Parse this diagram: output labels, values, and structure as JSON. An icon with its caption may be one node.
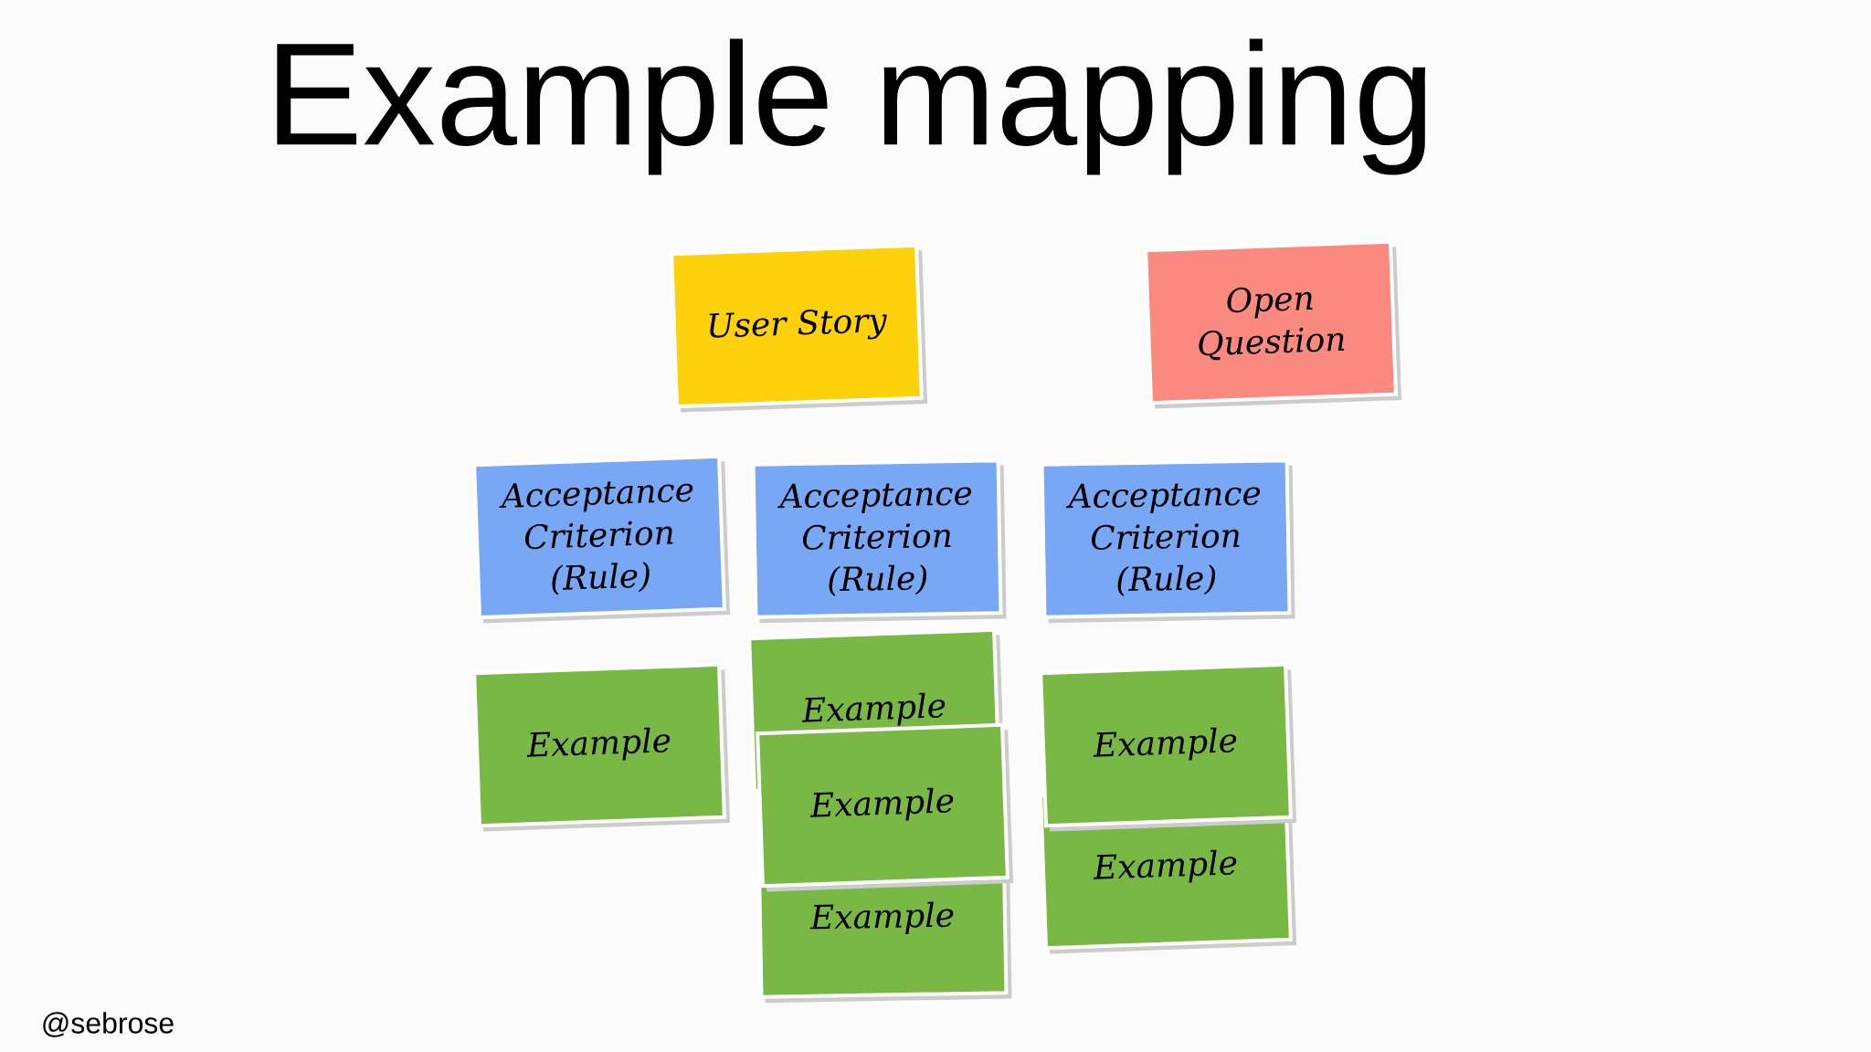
{
  "diagram": {
    "title": "Example mapping",
    "nodes": [
      {
        "text": [
          "User Story"
        ]
      },
      {
        "text": [
          "Open Question"
        ]
      },
      {
        "text": [
          "Acceptance Criterion (Rule)"
        ]
      },
      {
        "text": [
          "Acceptance Criterion (Rule)"
        ]
      },
      {
        "text": [
          "Acceptance Criterion (Rule)"
        ]
      },
      {
        "text": [
          "Example"
        ]
      },
      {
        "text": [
          "Example"
        ]
      },
      {
        "text": [
          "Example"
        ]
      },
      {
        "text": [
          "Example"
        ]
      },
      {
        "text": [
          "Example"
        ]
      },
      {
        "text": [
          "Example"
        ]
      }
    ],
    "labels": [
      "@sebrose"
    ]
  }
}
